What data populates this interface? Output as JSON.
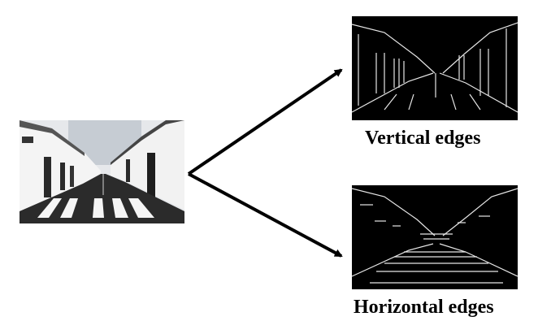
{
  "captions": {
    "vertical": "Vertical edges",
    "horizontal": "Horizontal edges"
  },
  "images": {
    "source": "street-photo",
    "vertical": "vertical-edge-map",
    "horizontal": "horizontal-edge-map"
  },
  "colors": {
    "arrow": "#000000",
    "edge_map_background": "#000000",
    "edge_lines": "#ffffff"
  }
}
